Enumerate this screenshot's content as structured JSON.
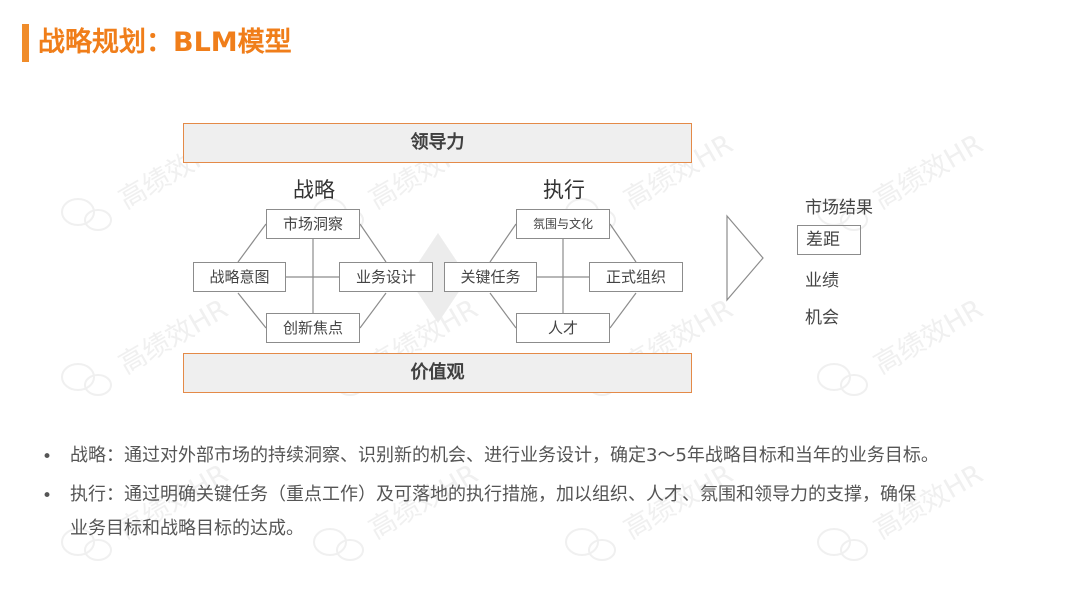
{
  "page": {
    "title": "战略规划：BLM模型",
    "accent_color": "#f08c2a"
  },
  "watermark": {
    "text": "高绩效HR"
  },
  "diagram": {
    "top_band": "领导力",
    "bottom_band": "价值观",
    "strategy": {
      "title": "战略",
      "top": "市场洞察",
      "left": "战略意图",
      "right": "业务设计",
      "bottom": "创新焦点"
    },
    "execution": {
      "title": "执行",
      "top": "氛围与文化",
      "left": "关键任务",
      "right": "正式组织",
      "bottom": "人才"
    },
    "results": [
      "市场结果",
      "差距",
      "业绩",
      "机会"
    ]
  },
  "bullets": [
    {
      "lines": [
        "战略：通过对外部市场的持续洞察、识别新的机会、进行业务设计，确定3～5年战略目标和当年的业务目标。"
      ]
    },
    {
      "lines": [
        "执行：通过明确关键任务（重点工作）及可落地的执行措施，加以组织、人才、氛围和领导力的支撑，确保",
        "业务目标和战略目标的达成。"
      ]
    }
  ]
}
